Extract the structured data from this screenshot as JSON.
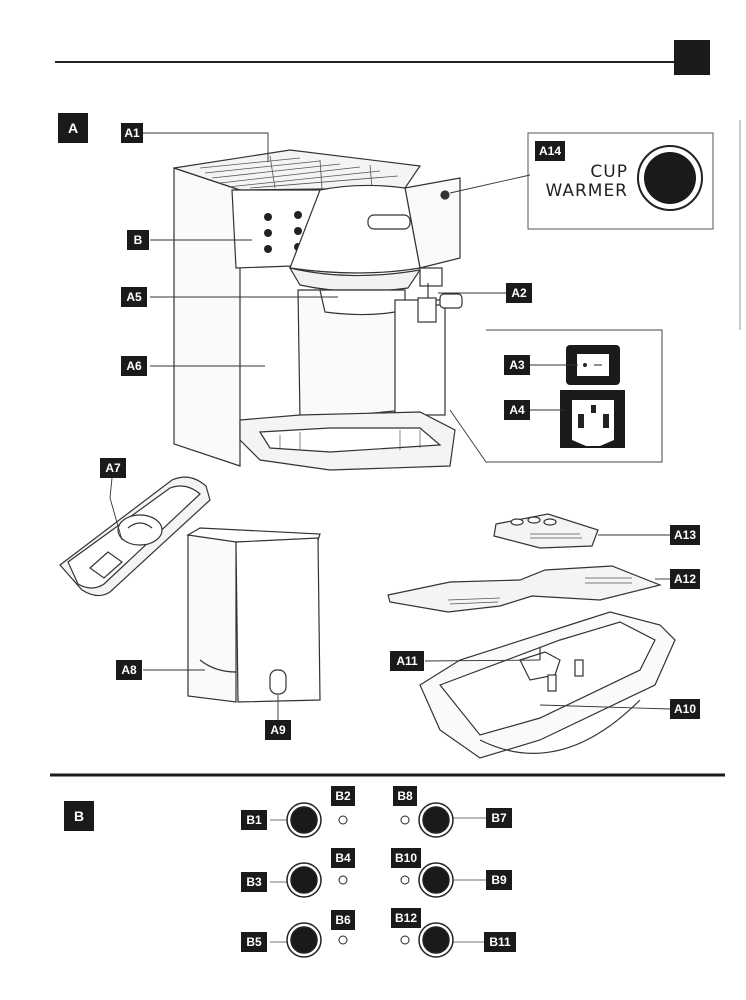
{
  "sections": {
    "a": "A",
    "b": "B"
  },
  "labels": {
    "A1": "A1",
    "A2": "A2",
    "A3": "A3",
    "A4": "A4",
    "A5": "A5",
    "A6": "A6",
    "A7": "A7",
    "A8": "A8",
    "A9": "A9",
    "A10": "A10",
    "A11": "A11",
    "A12": "A12",
    "A13": "A13",
    "A14": "A14",
    "B": "B",
    "B1": "B1",
    "B2": "B2",
    "B3": "B3",
    "B4": "B4",
    "B5": "B5",
    "B6": "B6",
    "B7": "B7",
    "B8": "B8",
    "B9": "B9",
    "B10": "B10",
    "B11": "B11",
    "B12": "B12"
  },
  "cup_warmer": {
    "line1": "CUP",
    "line2": "WARMER"
  }
}
